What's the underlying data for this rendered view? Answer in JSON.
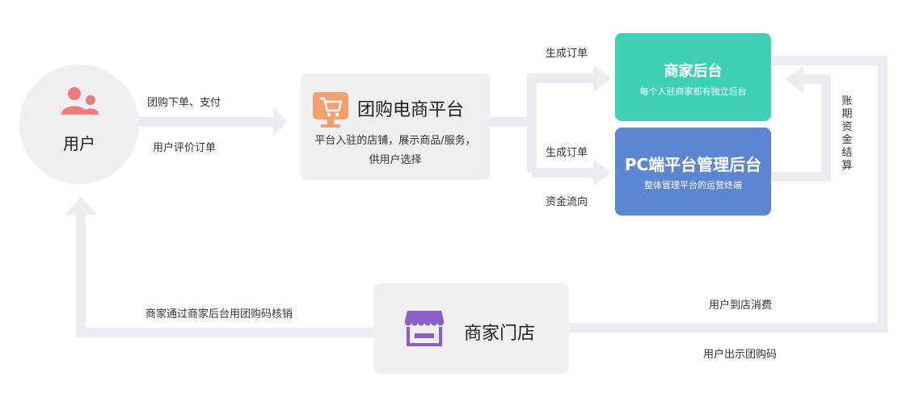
{
  "nodes": {
    "user": {
      "label": "用户",
      "icon": "users-icon",
      "color": "#f07b78"
    },
    "platform": {
      "title": "团购电商平台",
      "description": "平台入驻的店铺，展示商品/服务，供用户选择",
      "icon": "shopping-cart-monitor-icon",
      "color": "#f4a06a"
    },
    "merchant_backend": {
      "title": "商家后台",
      "subtitle": "每个入驻商家都有独立后台",
      "color": "#3fd1b5"
    },
    "pc_backend": {
      "title": "PC端平台管理后台",
      "subtitle": "整体管理平台的运营终端",
      "color": "#5b86d4"
    },
    "store": {
      "title": "商家门店",
      "icon": "storefront-icon",
      "color": "#8b5fc7"
    }
  },
  "edges": {
    "user_to_platform_top": "团购下单、支付",
    "user_to_platform_bottom": "用户评价订单",
    "to_merchant": "生成订单",
    "to_pc": "生成订单",
    "fund_flow": "资金流向",
    "settlement": "账期资金结算",
    "store_visit": "用户到店消费",
    "show_code": "用户出示团购码",
    "verify": "商家通过商家后台用团购码核销"
  },
  "colors": {
    "connector": "#ebebf2",
    "card_bg": "#eeeef3"
  }
}
